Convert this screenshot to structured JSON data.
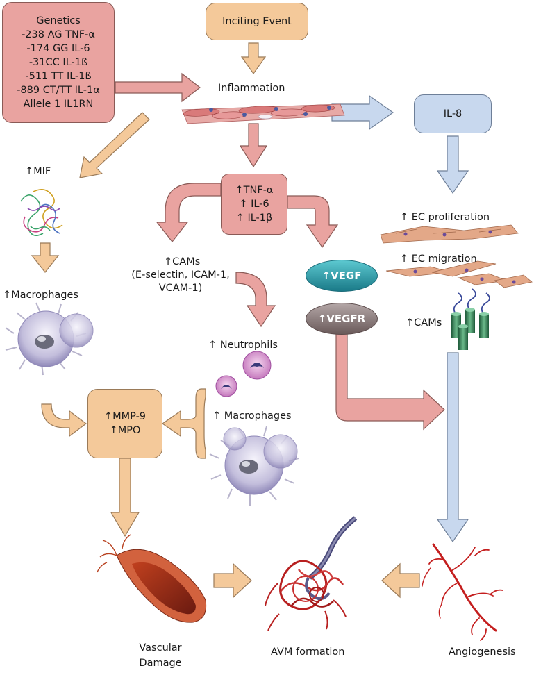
{
  "genetics": {
    "title": "Genetics",
    "lines": [
      "-238 AG TNF-α",
      "-174 GG IL-6",
      "-31CC IL-1ß",
      "-511 TT IL-1ß",
      "-889 CT/TT IL-1α",
      "Allele 1 IL1RN"
    ]
  },
  "inciting_event": "Inciting Event",
  "inflammation": "Inflammation",
  "il8": "IL-8",
  "cytokines": [
    "↑TNF-α",
    "↑ IL-6",
    "↑ IL-1β"
  ],
  "mif": "↑MIF",
  "macrophages_left": "↑Macrophages",
  "cams_left": {
    "title": "↑CAMs",
    "line2": "(E-selectin, ICAM-1,",
    "line3": "VCAM-1)"
  },
  "neutrophils": "↑ Neutrophils",
  "macrophages_mid": "↑ Macrophages",
  "mmp": [
    "↑MMP-9",
    "↑MPO"
  ],
  "vegf": "↑VEGF",
  "vegfr": "↑VEGFR",
  "ec_proliferation": "↑ EC proliferation",
  "ec_migration": "↑ EC migration",
  "cams_right": "↑CAMs",
  "outcomes": {
    "vascular_damage_1": "Vascular",
    "vascular_damage_2": "Damage",
    "avm": "AVM formation",
    "angiogenesis": "Angiogenesis"
  },
  "colors": {
    "pink": "#e9a3a0",
    "tan": "#f4c99a",
    "blue": "#c8d8ee",
    "vegf_teal": "#2a9aa8",
    "vegfr_grey": "#8a7a7a"
  }
}
